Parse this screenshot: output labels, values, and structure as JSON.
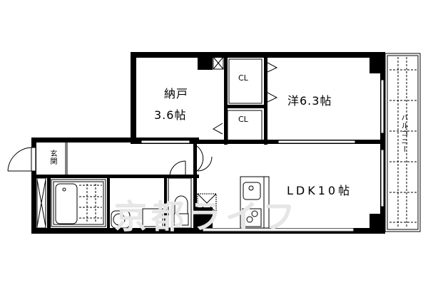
{
  "floor_plan": {
    "rooms": [
      {
        "id": "storage",
        "name": "納戸",
        "area": "3.6帖"
      },
      {
        "id": "western",
        "label": "洋6.3帖"
      },
      {
        "id": "ldk",
        "label": "LDK10帖"
      },
      {
        "id": "entrance",
        "label": "玄関"
      },
      {
        "id": "balcony",
        "label": "バルコニー"
      }
    ],
    "closets": [
      {
        "id": "closet-1",
        "label": "CL"
      },
      {
        "id": "closet-2",
        "label": "CL"
      }
    ],
    "watermark": "京都ライフ"
  }
}
